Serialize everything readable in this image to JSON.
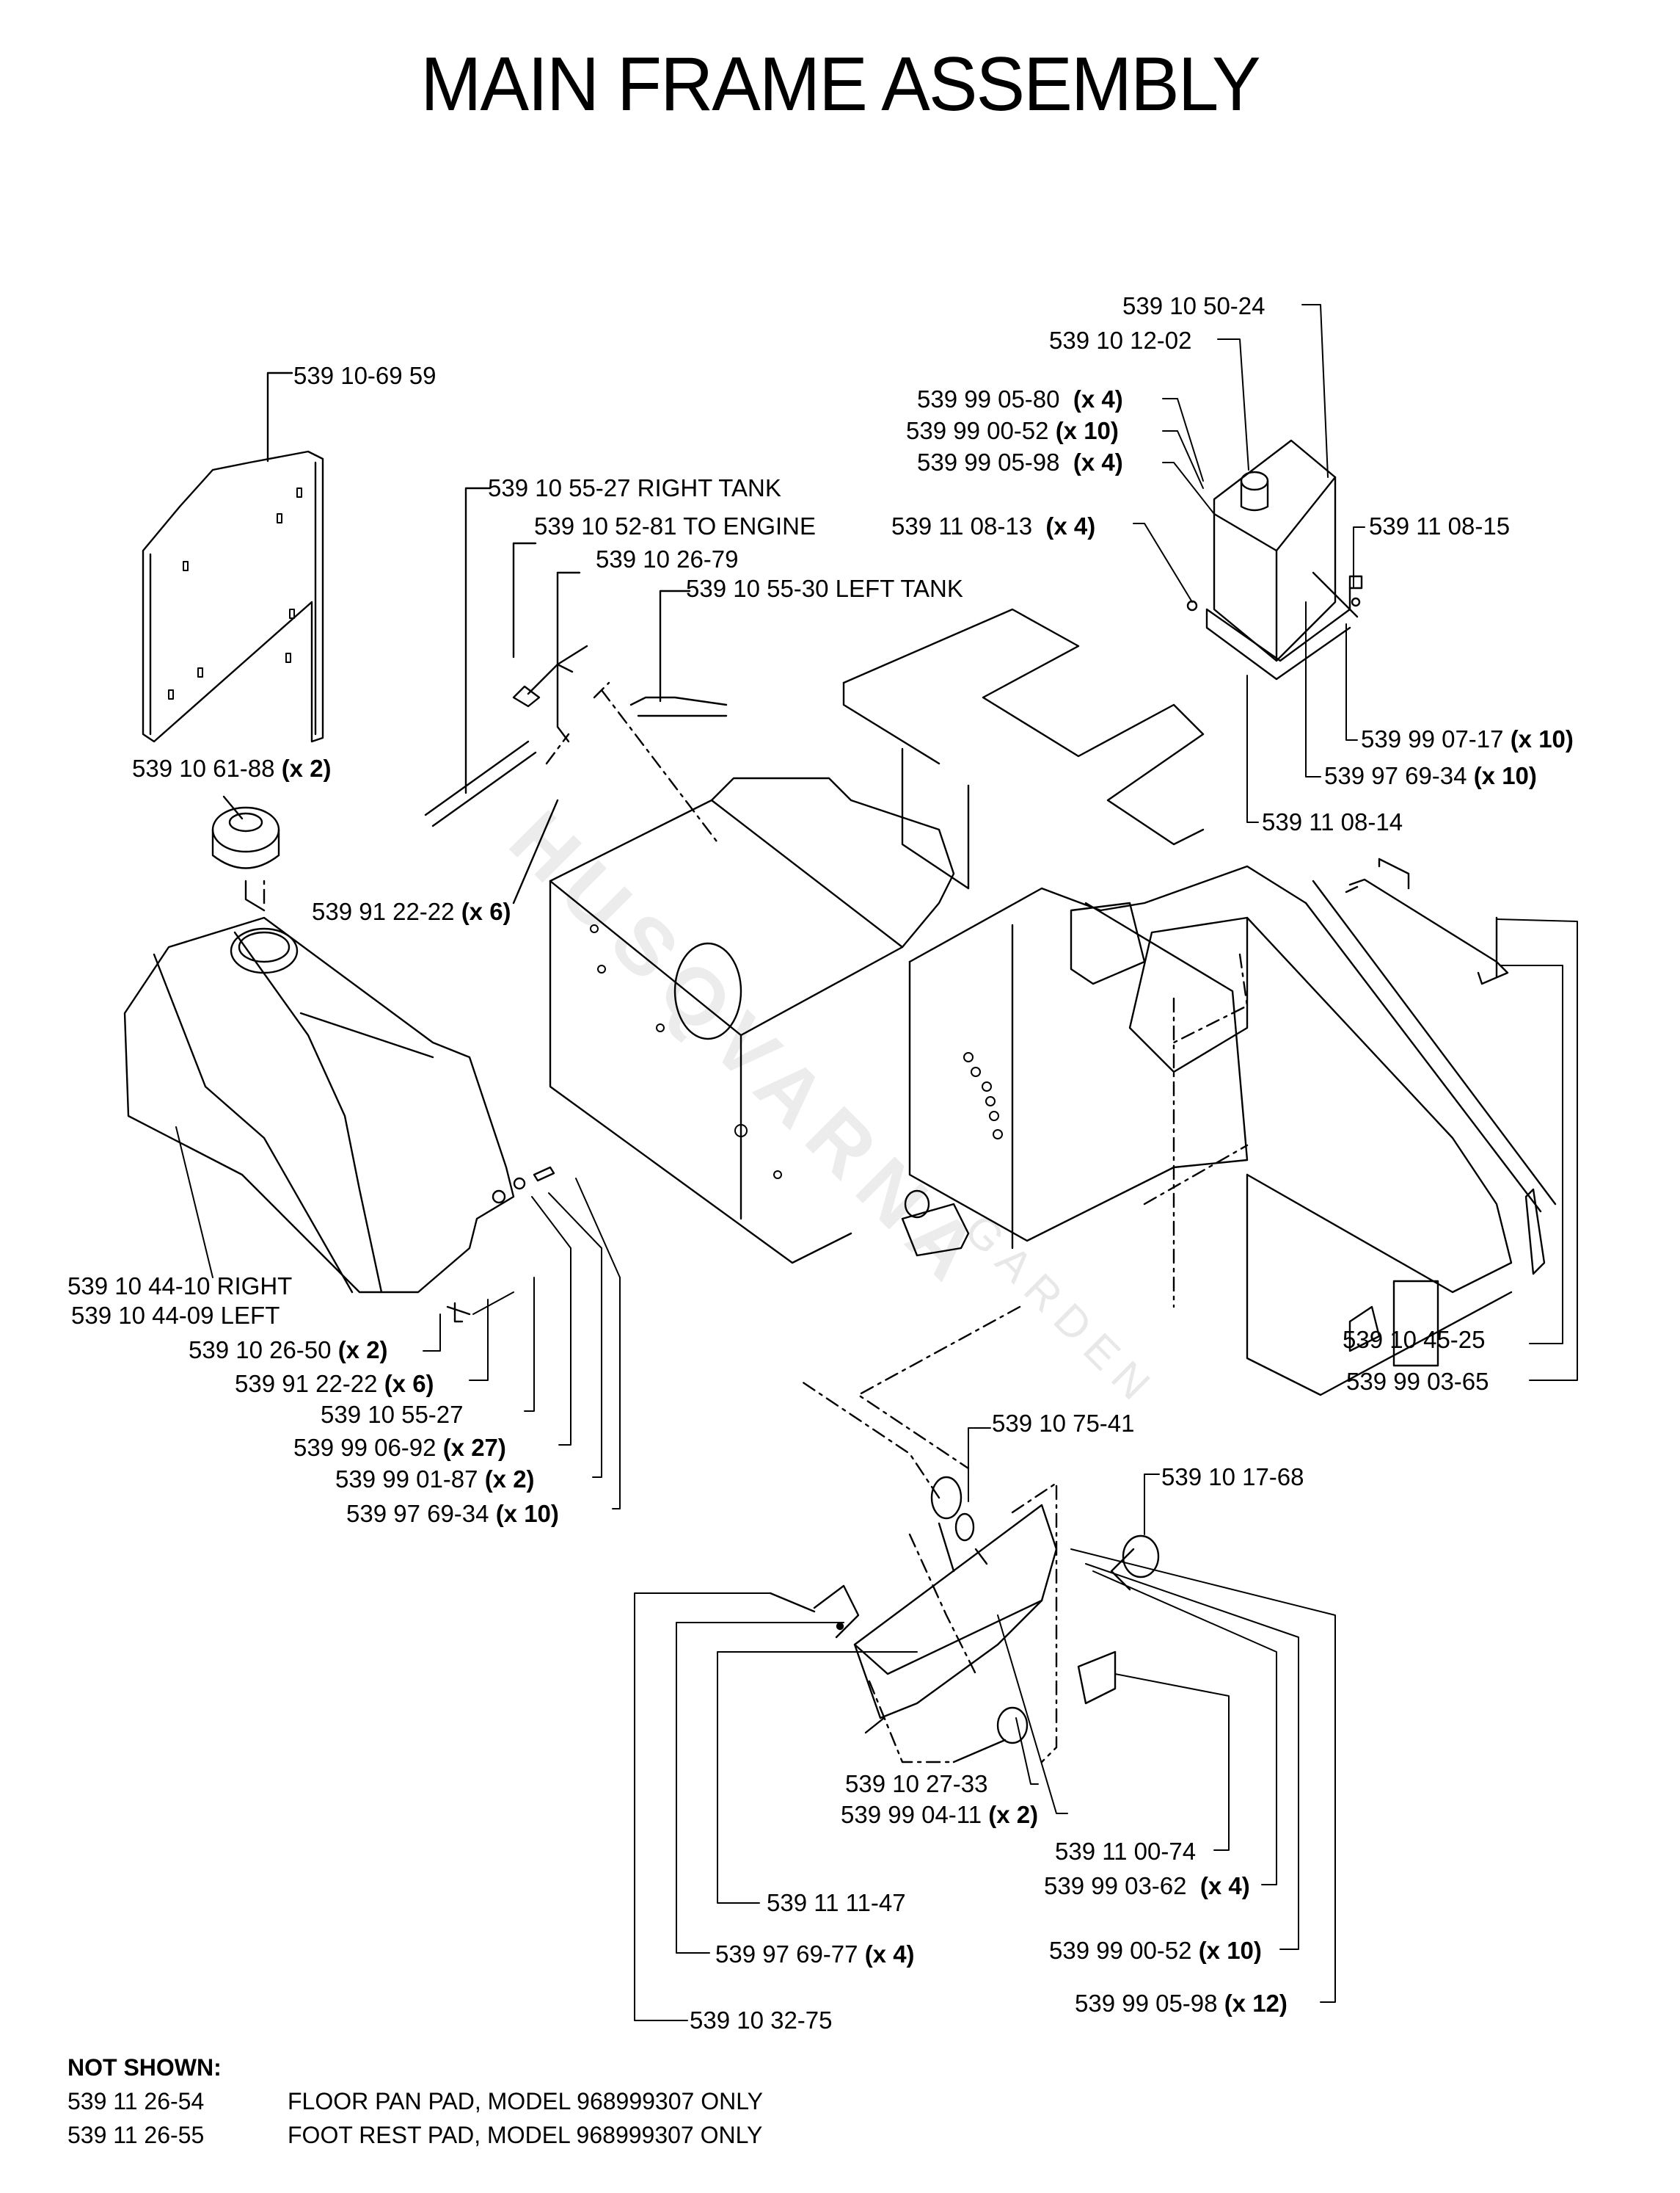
{
  "title": "MAIN FRAME ASSEMBLY",
  "watermark": {
    "brand": "HUSQVARNA",
    "sub": "GARDEN"
  },
  "callouts": [
    {
      "id": "c01",
      "part": "539 10 50-24",
      "qty": ""
    },
    {
      "id": "c02",
      "part": "539 10 12-02",
      "qty": ""
    },
    {
      "id": "c03",
      "part": "539 99 05-80",
      "qty": "(x 4)"
    },
    {
      "id": "c04",
      "part": "539 99 00-52",
      "qty": "(x 10)"
    },
    {
      "id": "c05",
      "part": "539 99 05-98",
      "qty": "(x 4)"
    },
    {
      "id": "c06",
      "part": "539 11 08-13",
      "qty": "(x 4)"
    },
    {
      "id": "c07",
      "part": "539 11 08-15",
      "qty": ""
    },
    {
      "id": "c08",
      "part": "539 99 07-17",
      "qty": "(x 10)"
    },
    {
      "id": "c09",
      "part": "539 97 69-34",
      "qty": "(x 10)"
    },
    {
      "id": "c10",
      "part": "539 11 08-14",
      "qty": ""
    },
    {
      "id": "c11",
      "part": "539 10-69 59",
      "qty": ""
    },
    {
      "id": "c12",
      "part": "539 10 55-27 RIGHT TANK",
      "qty": ""
    },
    {
      "id": "c13",
      "part": "539 10 52-81 TO ENGINE",
      "qty": ""
    },
    {
      "id": "c14",
      "part": "539 10 26-79",
      "qty": ""
    },
    {
      "id": "c15",
      "part": "539 10 55-30 LEFT TANK",
      "qty": ""
    },
    {
      "id": "c16",
      "part": "539 10 61-88",
      "qty": "(x 2)"
    },
    {
      "id": "c17",
      "part": "539 91 22-22",
      "qty": "(x 6)"
    },
    {
      "id": "c18",
      "part": "539 10 44-10 RIGHT",
      "qty": ""
    },
    {
      "id": "c19",
      "part": "539 10 44-09 LEFT",
      "qty": ""
    },
    {
      "id": "c20",
      "part": "539 10 26-50",
      "qty": "(x 2)"
    },
    {
      "id": "c21",
      "part": "539 91 22-22",
      "qty": "(x 6)"
    },
    {
      "id": "c22",
      "part": "539 10 55-27",
      "qty": ""
    },
    {
      "id": "c23",
      "part": "539 99 06-92",
      "qty": "(x 27)"
    },
    {
      "id": "c24",
      "part": "539 99 01-87",
      "qty": "(x 2)"
    },
    {
      "id": "c25",
      "part": "539 97 69-34",
      "qty": "(x 10)"
    },
    {
      "id": "c26",
      "part": "539 10 45-25",
      "qty": ""
    },
    {
      "id": "c27",
      "part": "539 99 03-65",
      "qty": ""
    },
    {
      "id": "c28",
      "part": "539 10 75-41",
      "qty": ""
    },
    {
      "id": "c29",
      "part": "539 10 17-68",
      "qty": ""
    },
    {
      "id": "c30",
      "part": "539 10 27-33",
      "qty": ""
    },
    {
      "id": "c31",
      "part": "539 99 04-11",
      "qty": "(x 2)"
    },
    {
      "id": "c32",
      "part": "539 11 00-74",
      "qty": ""
    },
    {
      "id": "c33",
      "part": "539 99 03-62",
      "qty": "(x 4)"
    },
    {
      "id": "c34",
      "part": "539 11 11-47",
      "qty": ""
    },
    {
      "id": "c35",
      "part": "539 97 69-77",
      "qty": "(x 4)"
    },
    {
      "id": "c36",
      "part": "539 99 00-52",
      "qty": "(x 10)"
    },
    {
      "id": "c37",
      "part": "539 99 05-98",
      "qty": "(x 12)"
    },
    {
      "id": "c38",
      "part": "539 10 32-75",
      "qty": ""
    }
  ],
  "not_shown": {
    "heading": "NOT SHOWN:",
    "items": [
      {
        "part": "539 11 26-54",
        "description": "FLOOR PAN PAD, MODEL 968999307 ONLY"
      },
      {
        "part": "539 11 26-55",
        "description": "FOOT REST PAD, MODEL 968999307 ONLY"
      }
    ]
  }
}
